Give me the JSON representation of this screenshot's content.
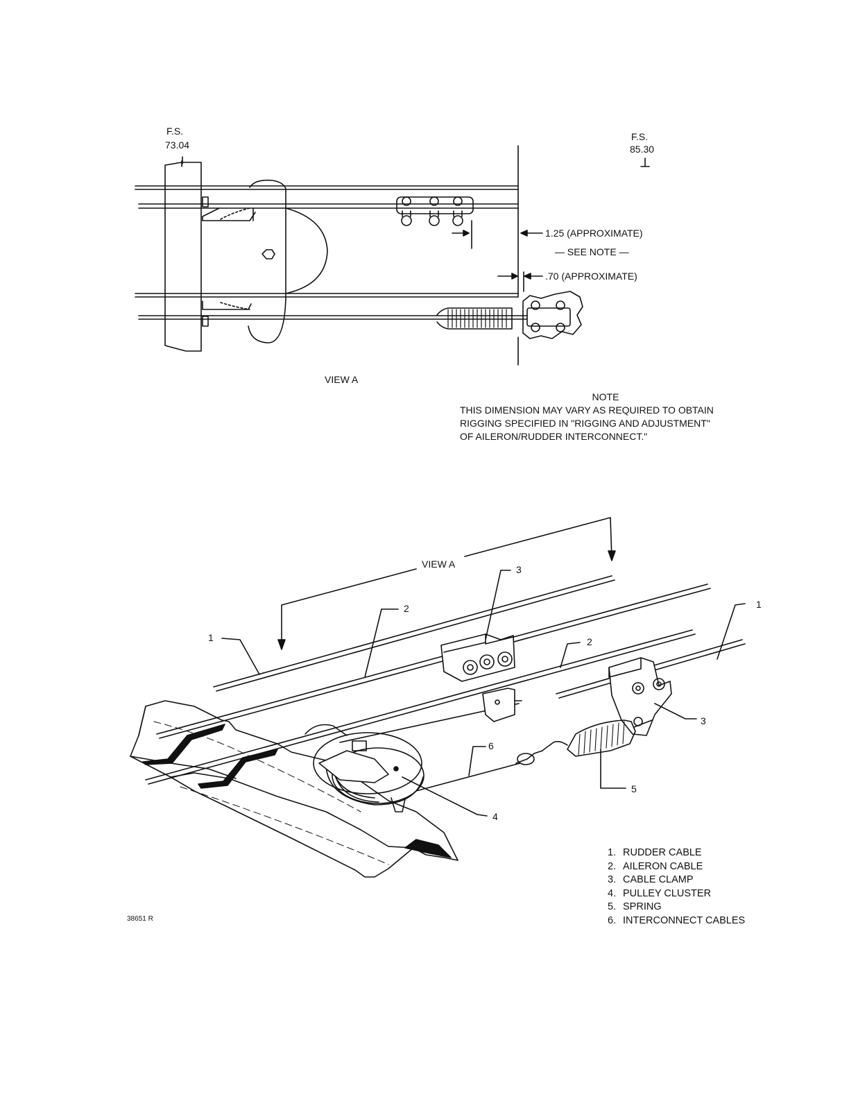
{
  "view_a": {
    "fs_left": [
      "F.S.",
      "73.04"
    ],
    "fs_right": [
      "F.S.",
      "85.30"
    ],
    "dim_1": "1.25 (APPROXIMATE)",
    "see_note": "— SEE NOTE —",
    "dim_2": ".70 (APPROXIMATE)",
    "caption": "VIEW A"
  },
  "note": {
    "title": "NOTE",
    "lines": [
      "THIS DIMENSION MAY VARY AS REQUIRED TO OBTAIN",
      "RIGGING SPECIFIED IN \"RIGGING AND ADJUSTMENT\"",
      "OF AILERON/RUDDER INTERCONNECT.\""
    ]
  },
  "iso_view": {
    "view_label": "VIEW A",
    "callouts": {
      "c1_left": "1",
      "c1_right": "1",
      "c2_left": "2",
      "c2_right": "2",
      "c3_top": "3",
      "c3_right": "3",
      "c4": "4",
      "c5": "5",
      "c6": "6"
    }
  },
  "legend": [
    {
      "num": "1.",
      "label": "RUDDER CABLE"
    },
    {
      "num": "2.",
      "label": "AILERON CABLE"
    },
    {
      "num": "3.",
      "label": "CABLE CLAMP"
    },
    {
      "num": "4.",
      "label": "PULLEY CLUSTER"
    },
    {
      "num": "5.",
      "label": "SPRING"
    },
    {
      "num": "6.",
      "label": "INTERCONNECT CABLES"
    }
  ],
  "figure_id": "38651 R"
}
